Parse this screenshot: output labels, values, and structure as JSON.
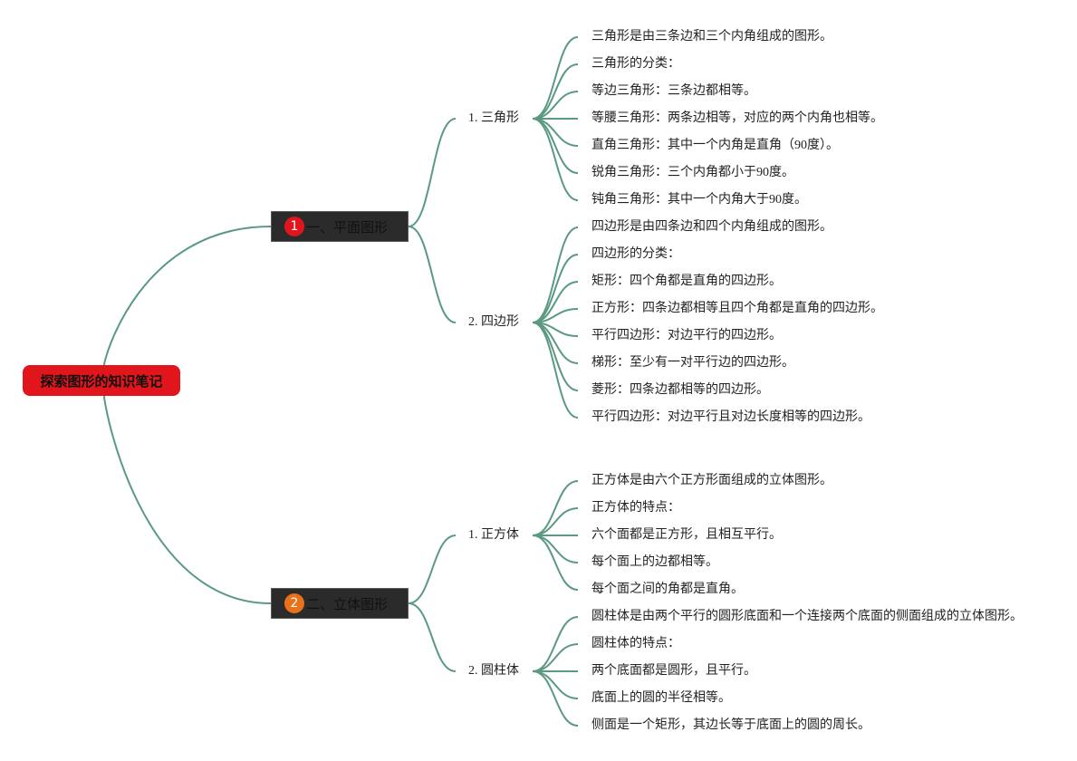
{
  "root": {
    "label": "探索图形的知识笔记"
  },
  "colors": {
    "link": "#5a9a80",
    "root_bg": "#e0161c",
    "branch_bg": "#2b2b2b",
    "badge_1": "#e0161c",
    "badge_2": "#e8711a"
  },
  "branches": [
    {
      "badge": "1",
      "label": "一、平面图形",
      "children": [
        {
          "label": "1. 三角形",
          "items": [
            "三角形是由三条边和三个内角组成的图形。",
            "三角形的分类：",
            "等边三角形：三条边都相等。",
            "等腰三角形：两条边相等，对应的两个内角也相等。",
            "直角三角形：其中一个内角是直角（90度）。",
            "锐角三角形：三个内角都小于90度。",
            "钝角三角形：其中一个内角大于90度。"
          ]
        },
        {
          "label": "2. 四边形",
          "items": [
            "四边形是由四条边和四个内角组成的图形。",
            "四边形的分类：",
            "矩形：四个角都是直角的四边形。",
            "正方形：四条边都相等且四个角都是直角的四边形。",
            "平行四边形：对边平行的四边形。",
            "梯形：至少有一对平行边的四边形。",
            "菱形：四条边都相等的四边形。",
            "平行四边形：对边平行且对边长度相等的四边形。"
          ]
        }
      ]
    },
    {
      "badge": "2",
      "label": "二、立体图形",
      "children": [
        {
          "label": "1. 正方体",
          "items": [
            "正方体是由六个正方形面组成的立体图形。",
            "正方体的特点：",
            "六个面都是正方形，且相互平行。",
            "每个面上的边都相等。",
            "每个面之间的角都是直角。"
          ]
        },
        {
          "label": "2. 圆柱体",
          "items": [
            "圆柱体是由两个平行的圆形底面和一个连接两个底面的侧面组成的立体图形。",
            "圆柱体的特点：",
            "两个底面都是圆形，且平行。",
            "底面上的圆的半径相等。",
            "侧面是一个矩形，其边长等于底面上的圆的周长。"
          ]
        }
      ]
    }
  ]
}
